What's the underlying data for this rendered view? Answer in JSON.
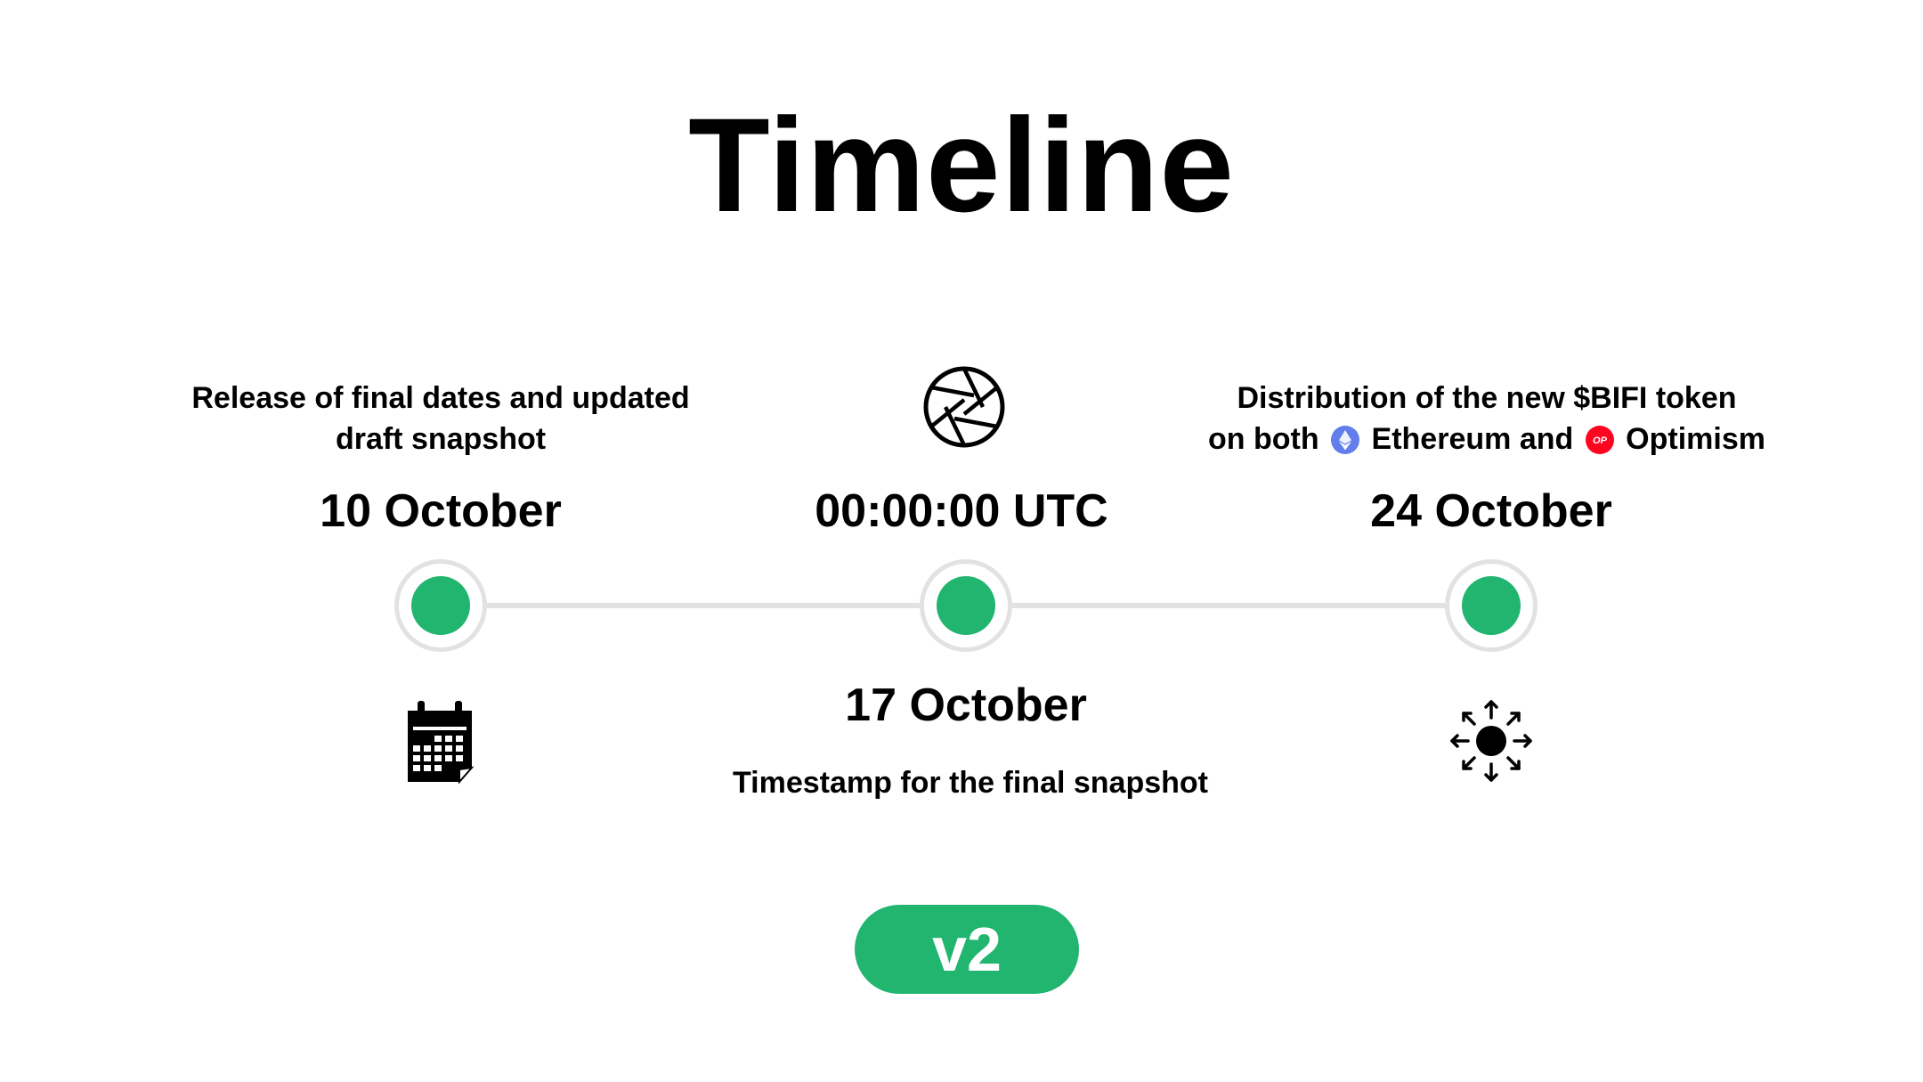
{
  "title": "Timeline",
  "milestones": [
    {
      "description": "Release of final dates and updated draft snapshot",
      "date": "10 October",
      "icon": "calendar-icon"
    },
    {
      "time": "00:00:00 UTC",
      "date": "17 October",
      "description": "Timestamp for the final snapshot",
      "icon": "aperture-icon"
    },
    {
      "description_line1": "Distribution of the new $BIFI token",
      "description_prefix": "on both",
      "chain1": "Ethereum",
      "conjunction": "and",
      "chain2": "Optimism",
      "chain2_logo_text": "OP",
      "date": "24 October",
      "icon": "distribution-icon"
    }
  ],
  "badge": "v2",
  "colors": {
    "accent": "#21b56f",
    "track": "#e2e2e2",
    "ethereum": "#627eea",
    "optimism": "#ff0420"
  }
}
